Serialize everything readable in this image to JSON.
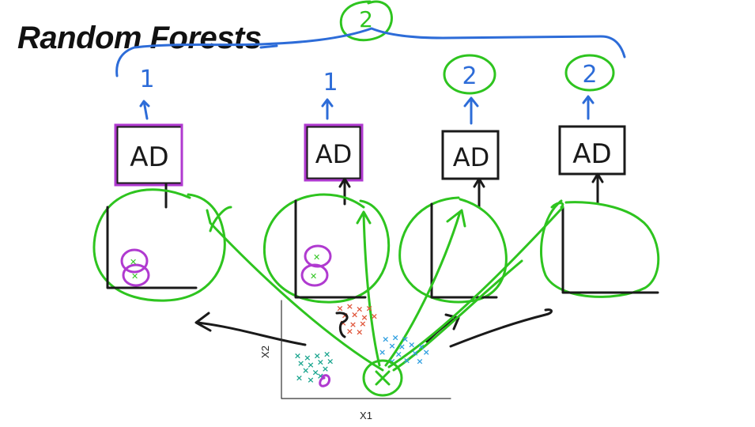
{
  "title": "Random Forests",
  "tree_box_label": "AD",
  "final_vote": "2",
  "tree_votes": [
    "1",
    "1",
    "2",
    "2"
  ],
  "axis": {
    "x": "X1",
    "y": "X2"
  },
  "colors": {
    "ink": "#1a1a1a",
    "green": "#2ec41f",
    "blue": "#2d6cd8",
    "purple": "#b03ad0",
    "cluster_teal": "#1aa58e",
    "cluster_red": "#e0553a",
    "cluster_blue": "#2f9fe0"
  },
  "clusters": [
    {
      "name": "teal",
      "color": "#1aa58e",
      "points": [
        [
          0.08,
          0.6
        ],
        [
          0.14,
          0.62
        ],
        [
          0.2,
          0.6
        ],
        [
          0.26,
          0.58
        ],
        [
          0.1,
          0.68
        ],
        [
          0.16,
          0.7
        ],
        [
          0.22,
          0.67
        ],
        [
          0.28,
          0.66
        ],
        [
          0.13,
          0.76
        ],
        [
          0.19,
          0.78
        ],
        [
          0.25,
          0.74
        ],
        [
          0.09,
          0.84
        ],
        [
          0.16,
          0.86
        ],
        [
          0.22,
          0.82
        ]
      ]
    },
    {
      "name": "red",
      "color": "#e0553a",
      "points": [
        [
          0.34,
          0.08
        ],
        [
          0.4,
          0.06
        ],
        [
          0.46,
          0.09
        ],
        [
          0.52,
          0.08
        ],
        [
          0.37,
          0.16
        ],
        [
          0.43,
          0.15
        ],
        [
          0.49,
          0.18
        ],
        [
          0.55,
          0.17
        ],
        [
          0.36,
          0.24
        ],
        [
          0.42,
          0.26
        ],
        [
          0.48,
          0.25
        ],
        [
          0.4,
          0.33
        ],
        [
          0.46,
          0.34
        ]
      ]
    },
    {
      "name": "blue",
      "color": "#2f9fe0",
      "points": [
        [
          0.62,
          0.42
        ],
        [
          0.68,
          0.4
        ],
        [
          0.74,
          0.42
        ],
        [
          0.66,
          0.49
        ],
        [
          0.72,
          0.5
        ],
        [
          0.78,
          0.48
        ],
        [
          0.84,
          0.5
        ],
        [
          0.6,
          0.56
        ],
        [
          0.7,
          0.58
        ],
        [
          0.8,
          0.57
        ],
        [
          0.87,
          0.56
        ],
        [
          0.75,
          0.65
        ],
        [
          0.83,
          0.66
        ],
        [
          0.66,
          0.66
        ]
      ]
    }
  ],
  "highlighted_point": [
    0.62,
    0.84
  ]
}
